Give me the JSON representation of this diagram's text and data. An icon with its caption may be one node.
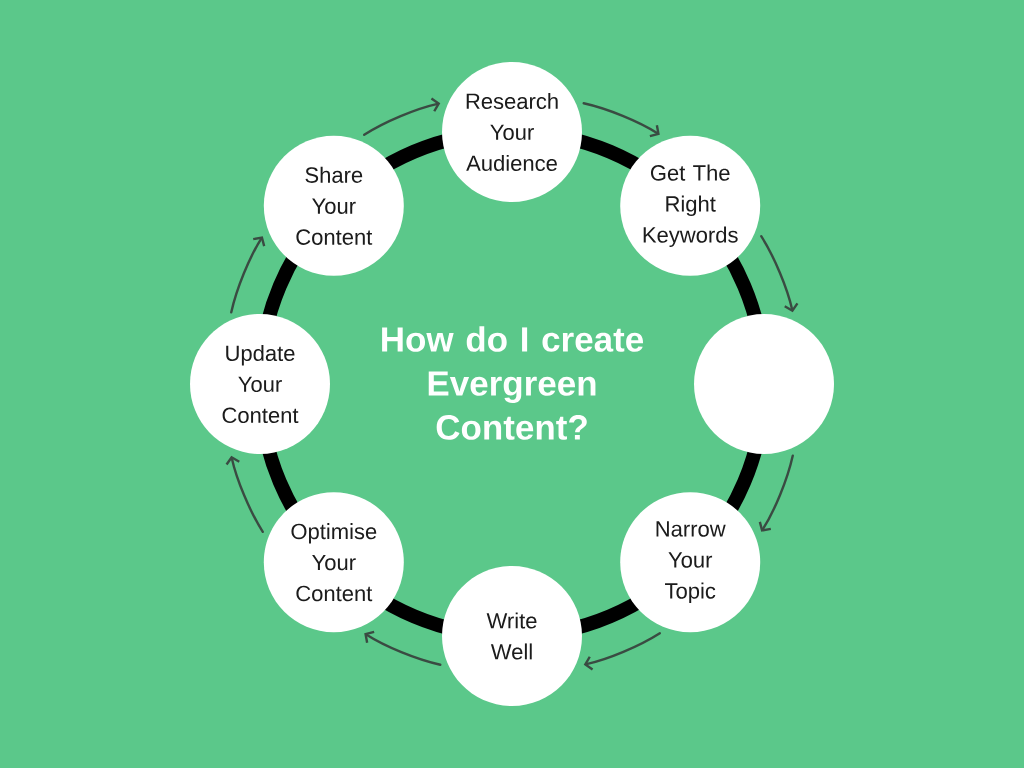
{
  "diagram": {
    "title": "How do I create Evergreen Content?",
    "nodes": [
      {
        "text": [
          "Research Your Audience"
        ]
      },
      {
        "text": [
          "Get The Right Keywords"
        ]
      },
      {
        "text": [],
        "shape": "circle"
      },
      {
        "text": [
          "Narrow Your Topic"
        ]
      },
      {
        "text": [
          "Write Well"
        ]
      },
      {
        "text": [
          "Optimise Your Content"
        ]
      },
      {
        "text": [
          "Update Your Content"
        ]
      },
      {
        "text": [
          "Share Your Content"
        ]
      }
    ],
    "edges": [
      {
        "from": 0,
        "to": 1,
        "arrow": "to"
      },
      {
        "from": 1,
        "to": 2,
        "arrow": "to"
      },
      {
        "from": 2,
        "to": 3,
        "arrow": "to"
      },
      {
        "from": 3,
        "to": 4,
        "arrow": "to"
      },
      {
        "from": 4,
        "to": 5,
        "arrow": "to"
      },
      {
        "from": 5,
        "to": 6,
        "arrow": "to"
      },
      {
        "from": 6,
        "to": 7,
        "arrow": "to"
      },
      {
        "from": 7,
        "to": 0,
        "arrow": "to"
      }
    ]
  }
}
